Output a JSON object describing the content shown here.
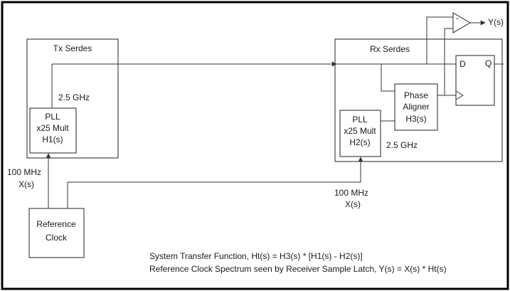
{
  "tx_serdes": {
    "title": "Tx Serdes",
    "pll": {
      "line1": "PLL",
      "line2": "x25 Mult",
      "line3": "H1(s)"
    },
    "freq": "2.5 GHz",
    "input_label": "100 MHz",
    "input_signal": "X(s)"
  },
  "rx_serdes": {
    "title": "Rx Serdes",
    "pll": {
      "line1": "PLL",
      "line2": "x25 Mult",
      "line3": "H2(s)"
    },
    "freq": "2.5 GHz",
    "input_label": "100 MHz",
    "input_signal": "X(s)",
    "phase_aligner": {
      "line1": "Phase",
      "line2": "Aligner",
      "line3": "H3(s)"
    },
    "flipflop": {
      "d": "D",
      "q": "Q"
    }
  },
  "subtractor": {
    "minus": "-",
    "output": "Y(s)"
  },
  "reference_clock": {
    "line1": "Reference",
    "line2": "Clock"
  },
  "equations": {
    "line1": "System Transfer Function, Ht(s) =   H3(s) * [H1(s) - H2(s)]",
    "line2": "Reference Clock Spectrum seen by Receiver Sample Latch, Y(s) = X(s) * Ht(s)"
  }
}
